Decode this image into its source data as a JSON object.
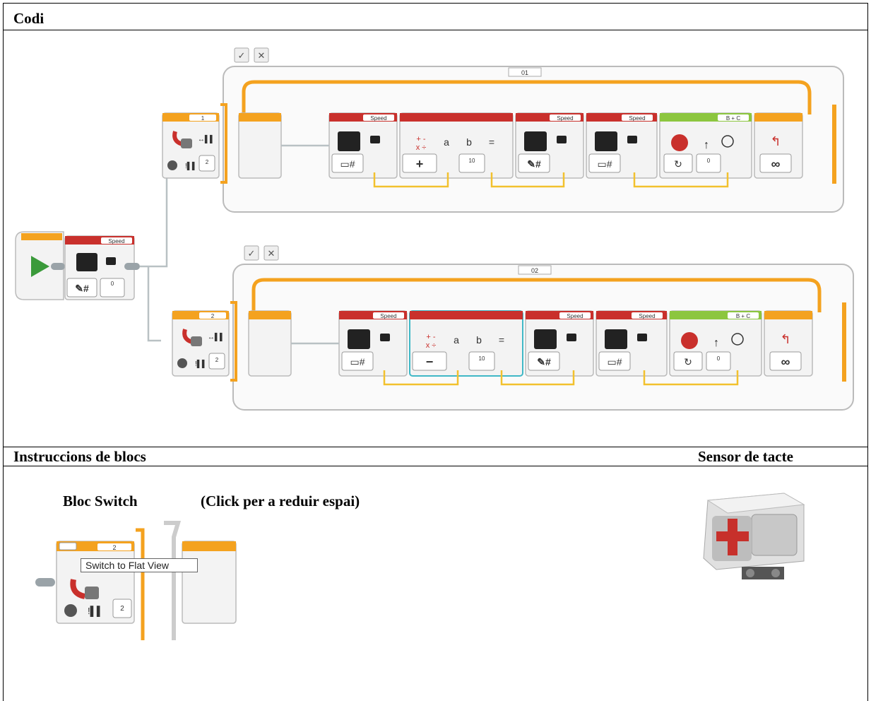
{
  "sections": {
    "code_title": "Codi",
    "instructions_title": "Instruccions de blocs",
    "sensor_title": "Sensor de tacte"
  },
  "instructions": {
    "block_name": "Bloc Switch",
    "hint": "(Click per a reduir espai)",
    "tooltip": "Switch to Flat View",
    "case_number": "2",
    "case_value": "2"
  },
  "loops": [
    {
      "loop_name": "01",
      "case_number": "1",
      "case_value": "2",
      "var1_label": "Speed",
      "math_op_label": "+",
      "math_labels": [
        "a",
        "b",
        "="
      ],
      "math_b_value": "10",
      "var2_label": "Speed",
      "var3_label": "Speed",
      "motor_ports": "B + C",
      "motor_value": "0",
      "loop_mode": "∞"
    },
    {
      "loop_name": "02",
      "case_number": "2",
      "case_value": "2",
      "var1_label": "Speed",
      "math_op_label": "−",
      "math_labels": [
        "a",
        "b",
        "="
      ],
      "math_b_value": "10",
      "var2_label": "Speed",
      "var3_label": "Speed",
      "motor_ports": "B + C",
      "motor_value": "0",
      "loop_mode": "∞"
    }
  ],
  "start": {
    "var_label": "Speed",
    "var_value": "0"
  },
  "colors": {
    "orange": "#f4a21f",
    "red": "#c9302c",
    "green": "#8cc63f",
    "wire": "#f2c12e",
    "block_bg": "#f3f3f3",
    "teal": "#3fb8c6"
  }
}
